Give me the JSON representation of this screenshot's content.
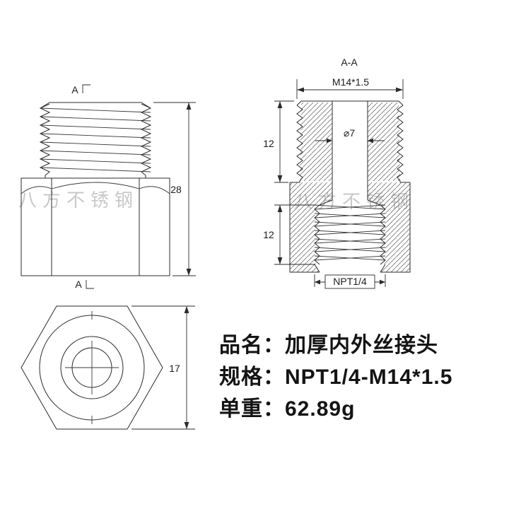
{
  "drawing": {
    "section_title": "A-A",
    "front_view": {
      "height_dim": "28",
      "section_marker": "A"
    },
    "section_view": {
      "top_thread_dim": "M14*1.5",
      "bore_dim": "⌀7",
      "upper_length_dim": "12",
      "lower_length_dim": "12",
      "bottom_thread_dim": "NPT1/4"
    },
    "top_view": {
      "across_flats_dim": "17"
    }
  },
  "watermark": {
    "text": "八方不锈钢",
    "color": "#c9c9c9"
  },
  "product_info": {
    "rows": [
      {
        "label": "品名：",
        "value": "加厚内外丝接头"
      },
      {
        "label": "规格：",
        "value": "NPT1/4-M14*1.5"
      },
      {
        "label": "单重：",
        "value": "62.89g"
      }
    ]
  },
  "colors": {
    "line": "#2b2b2b",
    "text": "#141414"
  }
}
